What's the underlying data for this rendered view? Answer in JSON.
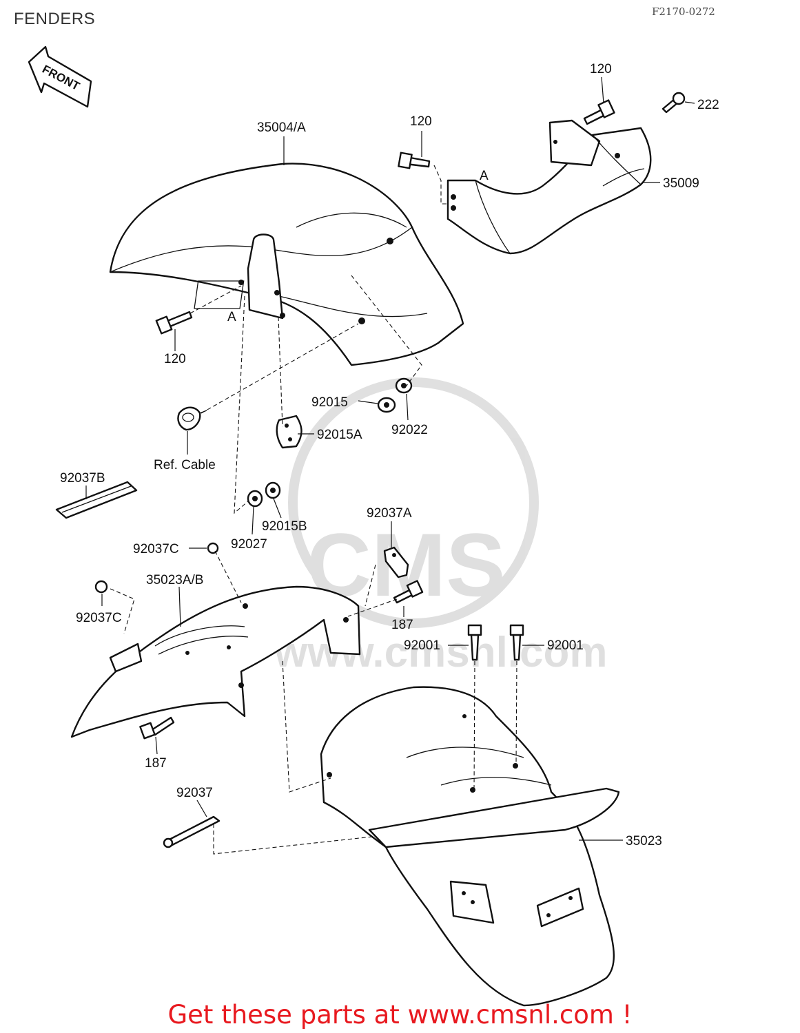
{
  "header": {
    "title": "FENDERS",
    "diagram_code": "F2170-0272"
  },
  "front_arrow": {
    "label": "FRONT",
    "icon": "front-direction-arrow-icon"
  },
  "labels": {
    "l35004A": "35004/A",
    "l120_front": "120",
    "l120_top": "120",
    "l120_top2": "120",
    "l222": "222",
    "l35009": "35009",
    "lA_bracket": "A",
    "lA_fender": "A",
    "l92015": "92015",
    "l92022": "92022",
    "l92015A": "92015A",
    "lRefCable": "Ref. Cable",
    "l92037B": "92037B",
    "l92027": "92027",
    "l92015B": "92015B",
    "l92037A": "92037A",
    "l92037C_1": "92037C",
    "l92037C_2": "92037C",
    "l35023AB": "35023A/B",
    "l187_1": "187",
    "l187_2": "187",
    "l92001_1": "92001",
    "l92001_2": "92001",
    "l92037": "92037",
    "l35023": "35023"
  },
  "watermark": {
    "text": "www.cmsnl.com",
    "logo": "CMS"
  },
  "footer": {
    "text": "Get these parts at www.cmsnl.com !"
  }
}
